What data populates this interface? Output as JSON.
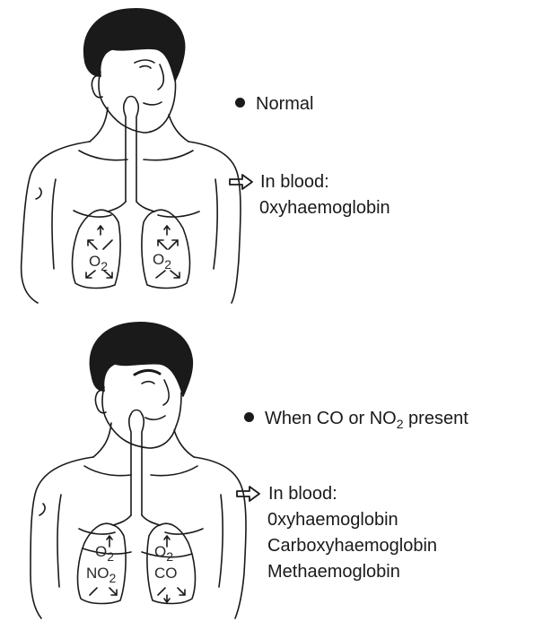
{
  "panel_normal": {
    "heading_text": "Normal",
    "blood_label": "In blood:",
    "blood_items": [
      "0xyhaemoglobin"
    ],
    "lung_left": {
      "main": "O",
      "sub": "2"
    },
    "lung_right": {
      "main": "O",
      "sub": "2"
    }
  },
  "panel_polluted": {
    "heading_prefix": "When CO or NO",
    "heading_sub": "2",
    "heading_suffix": " present",
    "blood_label": "In blood:",
    "blood_items": [
      "0xyhaemoglobin",
      "Carboxyhaemoglobin",
      "Methaemoglobin"
    ],
    "lung_left_top": {
      "main": "O",
      "sub": "2"
    },
    "lung_left_bottom": {
      "main": "NO",
      "sub": "2"
    },
    "lung_right_top": {
      "main": "O",
      "sub": "2"
    },
    "lung_right_bottom": {
      "main": "CO",
      "sub": ""
    }
  },
  "icons": {
    "bullet": "bullet-dot-icon",
    "arrow": "outline-right-arrow-icon"
  }
}
